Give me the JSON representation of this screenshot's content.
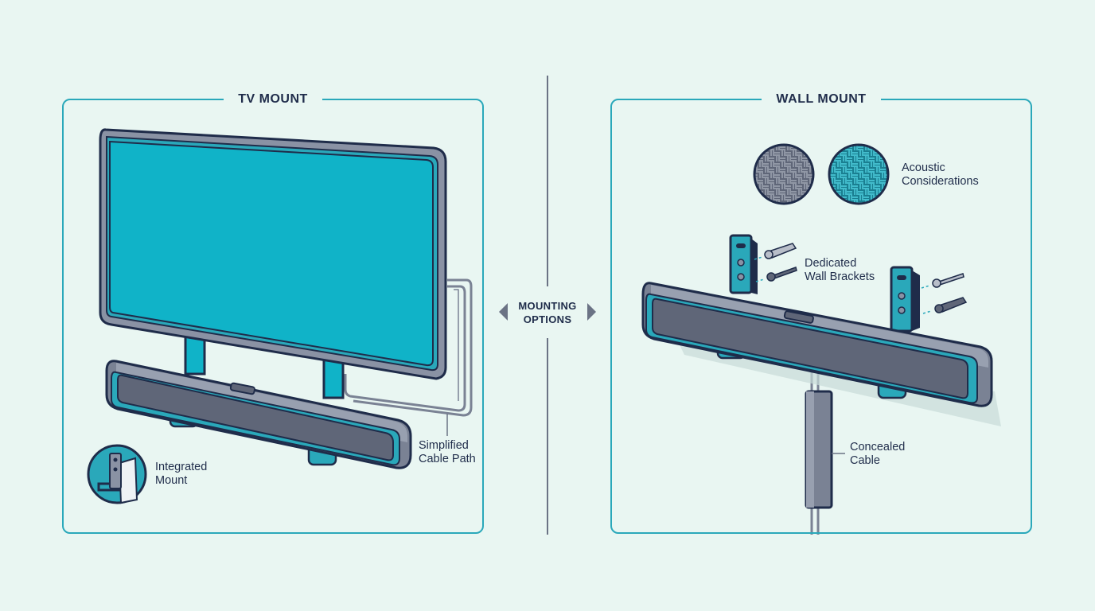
{
  "left_panel": {
    "title": "TV MOUNT",
    "labels": {
      "cable_path": "Simplified\nCable Path",
      "integrated_mount": "Integrated\nMount"
    }
  },
  "center": {
    "label": "MOUNTING\nOPTIONS"
  },
  "right_panel": {
    "title": "WALL MOUNT",
    "labels": {
      "acoustic": "Acoustic\nConsiderations",
      "brackets": "Dedicated\nWall Brackets",
      "cable": "Concealed\nCable"
    }
  },
  "colors": {
    "background": "#e9f6f2",
    "accent": "#2aa8ba",
    "screen": "#10b3c8",
    "outline": "#1f2c4a",
    "speaker_body": "#7a8294"
  }
}
